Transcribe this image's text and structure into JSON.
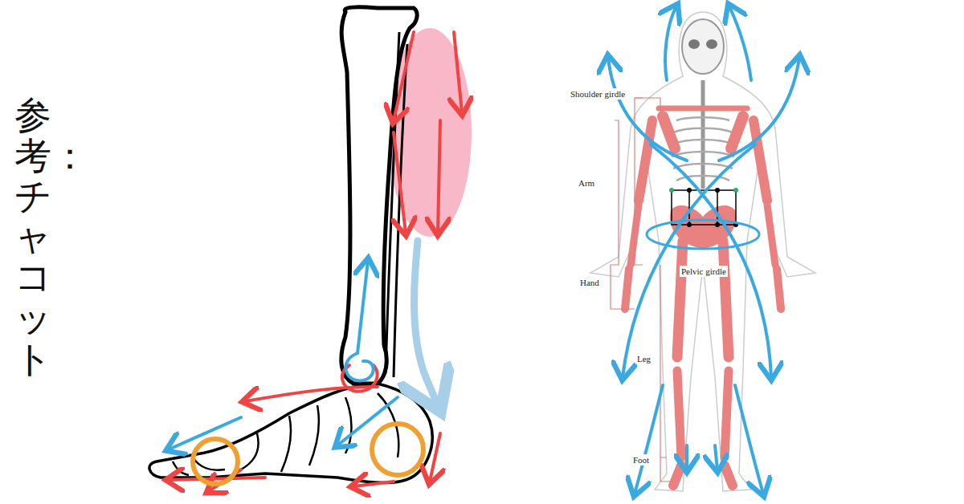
{
  "diagram": {
    "labels": [
      "参考：チャコット",
      "Shoulder girdle",
      "Arm",
      "Hand",
      "Pelvic girdle",
      "Leg",
      "Foot"
    ]
  }
}
